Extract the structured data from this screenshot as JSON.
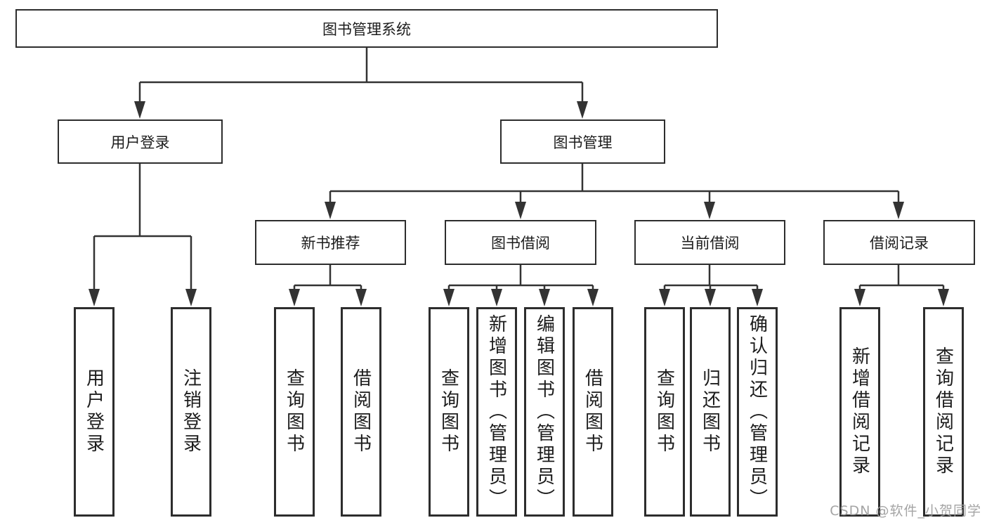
{
  "diagram": {
    "type": "hierarchy",
    "tree": {
      "label": "图书管理系统",
      "children": [
        {
          "label": "用户登录",
          "children": [
            {
              "label": "用户登录"
            },
            {
              "label": "注销登录"
            }
          ]
        },
        {
          "label": "图书管理",
          "children": [
            {
              "label": "新书推荐",
              "children": [
                {
                  "label": "查询图书"
                },
                {
                  "label": "借阅图书"
                }
              ]
            },
            {
              "label": "图书借阅",
              "children": [
                {
                  "label": "查询图书"
                },
                {
                  "label": "新增图书（管理员）"
                },
                {
                  "label": "编辑图书（管理员）"
                },
                {
                  "label": "借阅图书"
                }
              ]
            },
            {
              "label": "当前借阅",
              "children": [
                {
                  "label": "查询图书"
                },
                {
                  "label": "归还图书"
                },
                {
                  "label": "确认归还（管理员）"
                }
              ]
            },
            {
              "label": "借阅记录",
              "children": [
                {
                  "label": "新增借阅记录"
                },
                {
                  "label": "查询借阅记录"
                }
              ]
            }
          ]
        }
      ]
    },
    "colors": {
      "line": "#333333",
      "border": "#2d2d2d",
      "text": "#1c1c1c",
      "background": "#ffffff",
      "watermark": "#9d9d9d"
    }
  },
  "watermark": {
    "text": "CSDN @软件_小贺同学"
  }
}
